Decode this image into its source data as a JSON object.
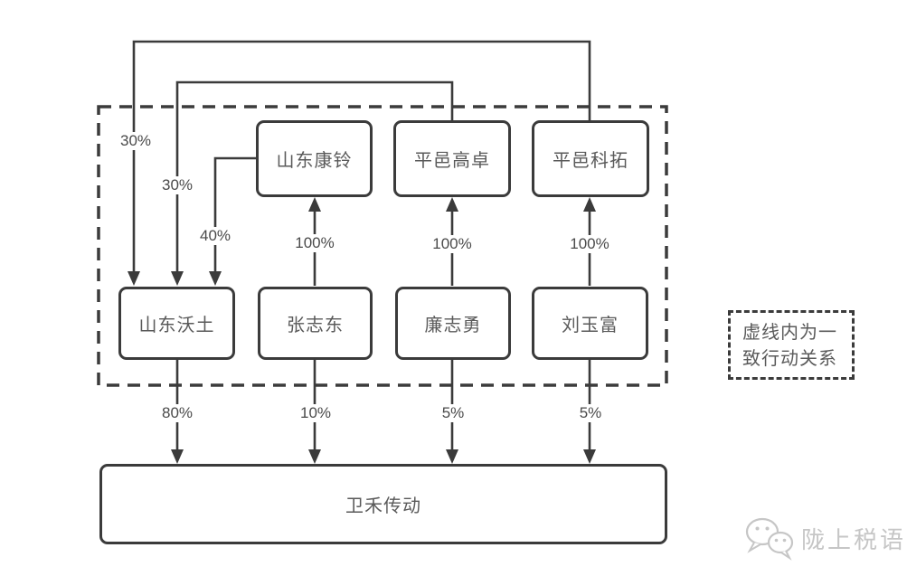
{
  "entities": {
    "top_row": [
      {
        "label": "山东康铃"
      },
      {
        "label": "平邑高卓"
      },
      {
        "label": "平邑科拓"
      }
    ],
    "middle_row": [
      {
        "label": "山东沃土"
      },
      {
        "label": "张志东"
      },
      {
        "label": "廉志勇"
      },
      {
        "label": "刘玉富"
      }
    ],
    "bottom": {
      "label": "卫禾传动"
    }
  },
  "edges": [
    {
      "from": "平邑科拓",
      "to": "山东沃土",
      "label": "30%"
    },
    {
      "from": "平邑高卓",
      "to": "山东沃土",
      "label": "30%"
    },
    {
      "from": "山东康铃",
      "to": "山东沃土",
      "label": "40%"
    },
    {
      "from": "张志东",
      "to": "山东康铃",
      "label": "100%"
    },
    {
      "from": "廉志勇",
      "to": "平邑高卓",
      "label": "100%"
    },
    {
      "from": "刘玉富",
      "to": "平邑科拓",
      "label": "100%"
    },
    {
      "from": "山东沃土",
      "to": "卫禾传动",
      "label": "80%"
    },
    {
      "from": "张志东",
      "to": "卫禾传动",
      "label": "10%"
    },
    {
      "from": "廉志勇",
      "to": "卫禾传动",
      "label": "5%"
    },
    {
      "from": "刘玉富",
      "to": "卫禾传动",
      "label": "5%"
    }
  ],
  "note": {
    "text": "虚线内为一致行动关系"
  },
  "watermark": {
    "text": "陇上税语",
    "icon": "wechat-icon"
  },
  "colors": {
    "line": "#3b3b3b",
    "box_text": "#5a5a5a",
    "label_text": "#4a4a4a",
    "watermark": "#c6c6c6",
    "background": "#ffffff"
  }
}
